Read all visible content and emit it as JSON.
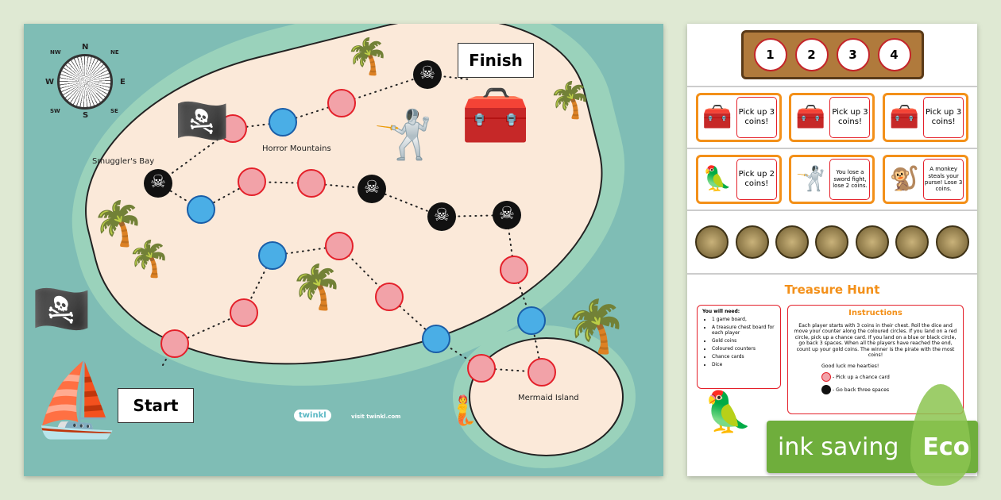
{
  "board": {
    "finish_label": "Finish",
    "start_label": "Start",
    "places": {
      "smugglers_bay": "Smuggler's Bay",
      "horror_mountains": "Horror Mountains",
      "mermaid_island": "Mermaid Island"
    },
    "compass": {
      "n": "N",
      "s": "S",
      "e": "E",
      "w": "W",
      "ne": "NE",
      "nw": "NW",
      "se": "SE",
      "sw": "SW"
    },
    "brand": {
      "logo": "twinkl",
      "link": "visit twinkl.com"
    },
    "spaces_in_order": [
      "red",
      "red",
      "blue",
      "red",
      "red",
      "blue",
      "red",
      "red",
      "blue",
      "red",
      "skull",
      "skull",
      "skull",
      "red",
      "red",
      "blue",
      "skull",
      "red",
      "blue",
      "red",
      "skull"
    ],
    "colors": {
      "red": "#f2a2a8",
      "blue": "#4aaee6",
      "sea": "#7fbdb5",
      "sand": "#fbe9d9"
    }
  },
  "chest_board": {
    "slots": [
      "1",
      "2",
      "3",
      "4"
    ]
  },
  "cards": {
    "row1": [
      "Pick up 3 coins!",
      "Pick up 3 coins!",
      "Pick up 3 coins!"
    ],
    "row2": [
      "Pick up 2 coins!",
      "You lose a sword fight, lose 2 coins.",
      "A monkey steals your purse! Lose 3 coins."
    ]
  },
  "instructions_sheet": {
    "title": "Treasure Hunt",
    "you_will_need_title": "You will need:",
    "you_will_need": [
      "1 game board,",
      "A treasure chest board for each player",
      "Gold coins",
      "Coloured counters",
      "Chance cards",
      "Dice"
    ],
    "instructions_title": "Instructions",
    "instructions_text": "Each player starts with 3 coins in their chest. Roll the dice and move your counter along the coloured circles. If you land on a red circle, pick up a chance card. If you land on a blue or black circle, go back 3 spaces. When all the players have reached the end, count up your gold coins. The winner is the pirate with the most coins!",
    "good_luck": "Good luck me hearties!",
    "key_red": "- Pick up a chance card",
    "key_black": "- Go back three spaces"
  },
  "badge": {
    "text": "ink saving",
    "eco": "Eco",
    "color": "#6fae3c"
  }
}
